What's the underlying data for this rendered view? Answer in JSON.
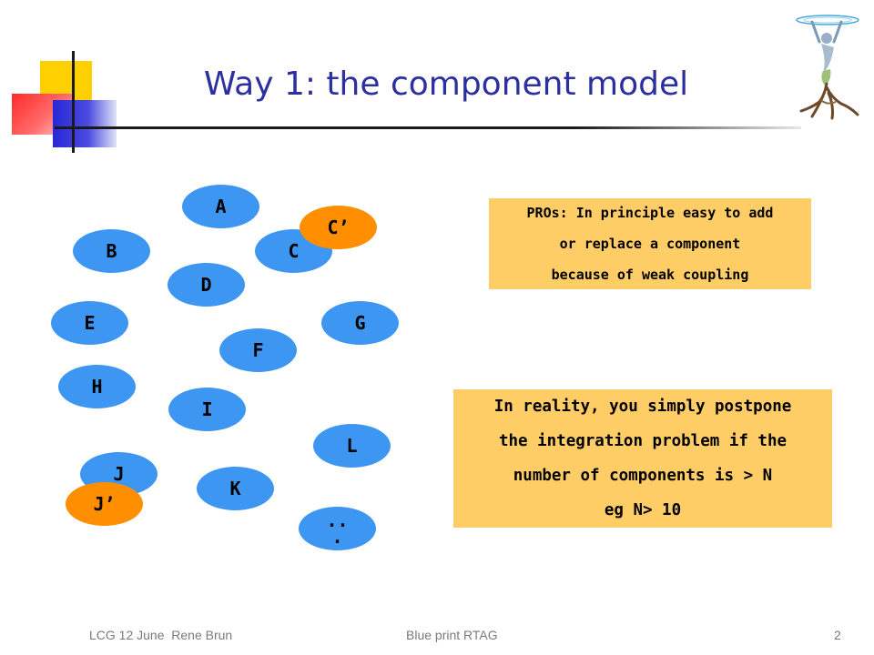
{
  "slide": {
    "title": "Way 1: the component model",
    "accent_colors": {
      "title": "#2b2fa0",
      "bubble": "#3d97f2",
      "replacement": "#ff8f00",
      "note": "#ffcd66"
    }
  },
  "components": {
    "a": "A",
    "b": "B",
    "c": "C",
    "c_prime": "C’",
    "d": "D",
    "e": "E",
    "f": "F",
    "g": "G",
    "h": "H",
    "i": "I",
    "j": "J",
    "j_prime": "J’",
    "k": "K",
    "l": "L",
    "more_top": "..",
    "more_bottom": "."
  },
  "notes": {
    "pros": [
      "PROs: In principle easy to add",
      "or replace a component",
      "because of weak coupling"
    ],
    "reality": [
      "In reality, you simply postpone",
      "the integration problem if the",
      "number of components is > N",
      "eg N> 10"
    ]
  },
  "footer": {
    "left": "LCG 12 June  Rene Brun",
    "center": "Blue print RTAG",
    "page_number": "2"
  },
  "logo": {
    "icon": "figure-tree-logo-icon"
  }
}
